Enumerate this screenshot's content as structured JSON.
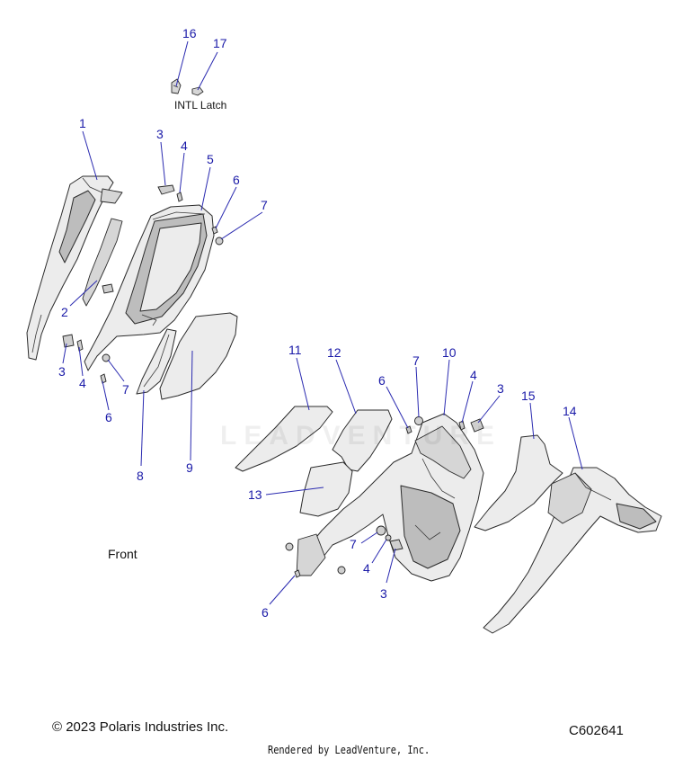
{
  "callouts": [
    {
      "id": "c16",
      "label": "16"
    },
    {
      "id": "c17",
      "label": "17"
    },
    {
      "id": "c1",
      "label": "1"
    },
    {
      "id": "c3a",
      "label": "3"
    },
    {
      "id": "c4a",
      "label": "4"
    },
    {
      "id": "c5",
      "label": "5"
    },
    {
      "id": "c6a",
      "label": "6"
    },
    {
      "id": "c7a",
      "label": "7"
    },
    {
      "id": "c2",
      "label": "2"
    },
    {
      "id": "c3b",
      "label": "3"
    },
    {
      "id": "c4b",
      "label": "4"
    },
    {
      "id": "c6b",
      "label": "6"
    },
    {
      "id": "c7b",
      "label": "7"
    },
    {
      "id": "c8",
      "label": "8"
    },
    {
      "id": "c9",
      "label": "9"
    },
    {
      "id": "c11",
      "label": "11"
    },
    {
      "id": "c12",
      "label": "12"
    },
    {
      "id": "c6c",
      "label": "6"
    },
    {
      "id": "c7c",
      "label": "7"
    },
    {
      "id": "c10",
      "label": "10"
    },
    {
      "id": "c4c",
      "label": "4"
    },
    {
      "id": "c3c",
      "label": "3"
    },
    {
      "id": "c15",
      "label": "15"
    },
    {
      "id": "c14",
      "label": "14"
    },
    {
      "id": "c13",
      "label": "13"
    },
    {
      "id": "c7d",
      "label": "7"
    },
    {
      "id": "c4d",
      "label": "4"
    },
    {
      "id": "c3d",
      "label": "3"
    },
    {
      "id": "c6d",
      "label": "6"
    }
  ],
  "captions": {
    "intl_latch": "INTL Latch",
    "front": "Front",
    "copyright": "© 2023 Polaris Industries Inc.",
    "diagram_code": "C602641",
    "rendered_by": "Rendered by LeadVenture, Inc.",
    "watermark": "LEADVENTURE"
  }
}
